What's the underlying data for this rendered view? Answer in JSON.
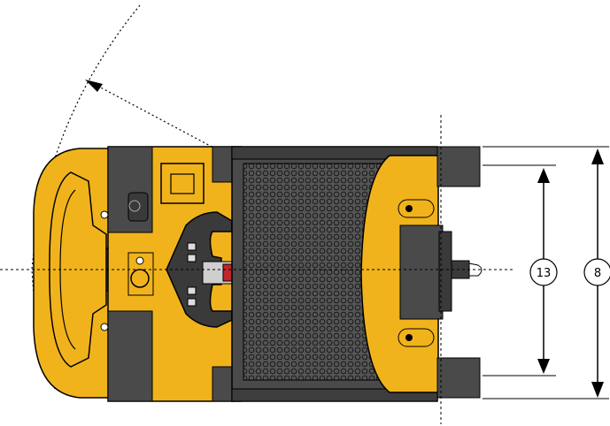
{
  "labels": {
    "dimension_inner": "13",
    "dimension_outer": "8"
  },
  "colors": {
    "chassis_yellow": "#f1b31c",
    "dark_panel": "#4a4a4a",
    "mesh_grey": "#5f5f5f",
    "outline": "#000000",
    "red_button": "#c0262c"
  },
  "icons": [
    "turning-arc",
    "turning-arrow",
    "centerline",
    "dimension-arrow"
  ]
}
